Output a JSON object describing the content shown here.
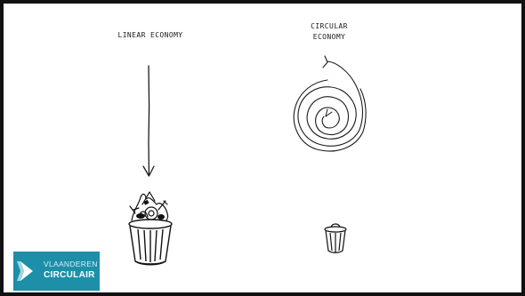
{
  "linear": {
    "title": "LINEAR ECONOMY"
  },
  "circular": {
    "title_line1": "CIRCULAR",
    "title_line2": "ECONOMY"
  },
  "logo": {
    "line1": "VLAANDEREN",
    "line2": "CIRCULAIR"
  },
  "colors": {
    "ink": "#1b1b1b",
    "brand": "#1d8fa8",
    "frame": "#111111"
  }
}
